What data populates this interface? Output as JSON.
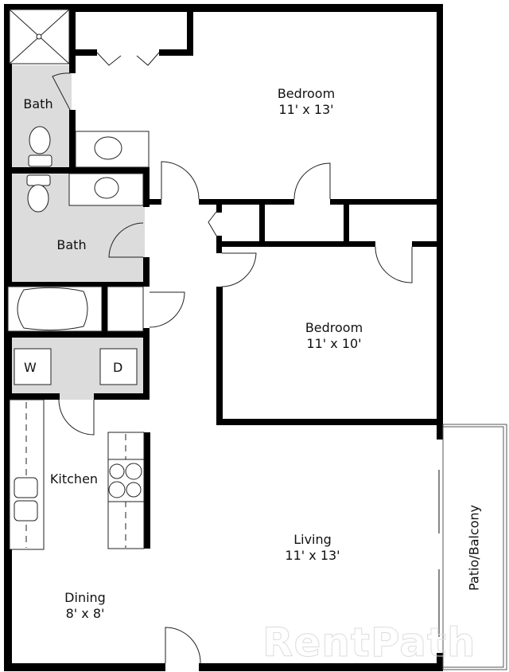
{
  "floorplan": {
    "colors": {
      "wall": "#000000",
      "wet_area_fill": "#dcdcdc",
      "background": "#ffffff",
      "fixture_line": "#222222"
    },
    "rooms": {
      "bedroom_1": {
        "name": "Bedroom",
        "size": "11' x 13'"
      },
      "bedroom_2": {
        "name": "Bedroom",
        "size": "11' x 10'"
      },
      "bath_1": {
        "name": "Bath"
      },
      "bath_2": {
        "name": "Bath"
      },
      "kitchen": {
        "name": "Kitchen"
      },
      "dining": {
        "name": "Dining",
        "size": "8' x 8'"
      },
      "living": {
        "name": "Living",
        "size": "11' x 13'"
      },
      "patio": {
        "name": "Patio/Balcony"
      }
    },
    "appliances": {
      "washer": "W",
      "dryer": "D"
    },
    "watermark": "RentPath"
  }
}
